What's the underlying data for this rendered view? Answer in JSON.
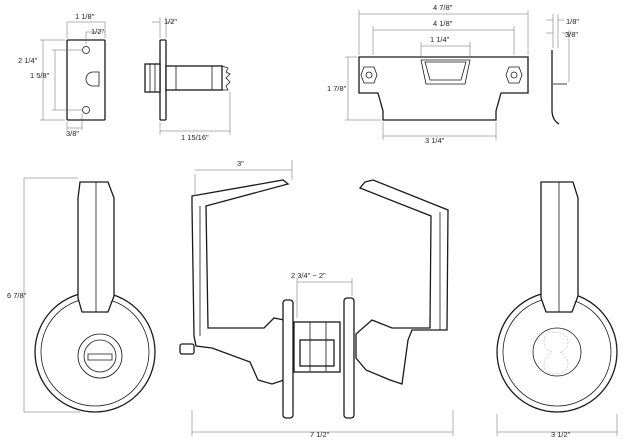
{
  "dimensions": {
    "latch_face_width": "1 1/8\"",
    "latch_hole_spacing": "1/2\"",
    "latch_face_height": "2 1/4\"",
    "latch_hole_height": "1 5/8\"",
    "latch_edge_offset": "3/8\"",
    "latch_side_thickness": "1/2\"",
    "latch_bolt_length": "1 15/16\"",
    "strike_overall_width": "4 7/8\"",
    "strike_outer_slot": "4 1/8\"",
    "strike_slot_width": "1 1/4\"",
    "strike_height": "1 7/8\"",
    "strike_lip_width": "3 1/4\"",
    "strike_plate_offset": "1/8\"",
    "strike_lip_depth": "3/8\"",
    "lever_height": "6 7/8\"",
    "lever_projection": "3\"",
    "door_thickness_range": "2 3/4\" ~ 2\"",
    "overall_width": "7 1/2\"",
    "rose_diameter": "3 1/2\""
  }
}
